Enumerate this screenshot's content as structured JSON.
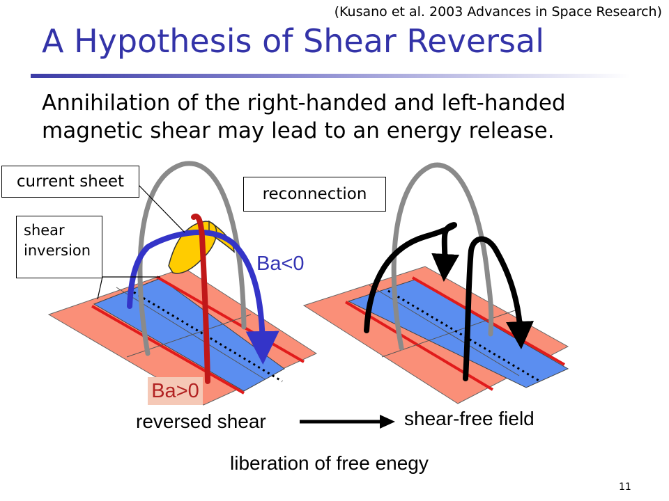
{
  "citation": "(Kusano et al. 2003 Advances in Space Research)",
  "title": "A Hypothesis of Shear Reversal",
  "subtitle_line1": "Annihilation of the right-handed and left-handed",
  "subtitle_line2": "magnetic shear may lead to an energy release.",
  "labels": {
    "current_sheet": "current sheet",
    "shear_inversion_line1": "shear",
    "shear_inversion_line2": "inversion",
    "reconnection": "reconnection",
    "ba_negative": "Ba<0",
    "ba_positive": "Ba>0"
  },
  "captions": {
    "left": "reversed shear",
    "right": "shear-free field",
    "bottom": "liberation of free enegy"
  },
  "page_number": "11",
  "colors": {
    "title": "#3333a8",
    "plane_outer": "#fa8f78",
    "plane_inner": "#5b8ef0",
    "neutral_line": "#e11b1b",
    "loop_gray": "#8a8a8a",
    "loop_blue": "#3434c8",
    "loop_red": "#c01818",
    "current_sheet": "#ffcc00",
    "loop_black": "#000000"
  }
}
